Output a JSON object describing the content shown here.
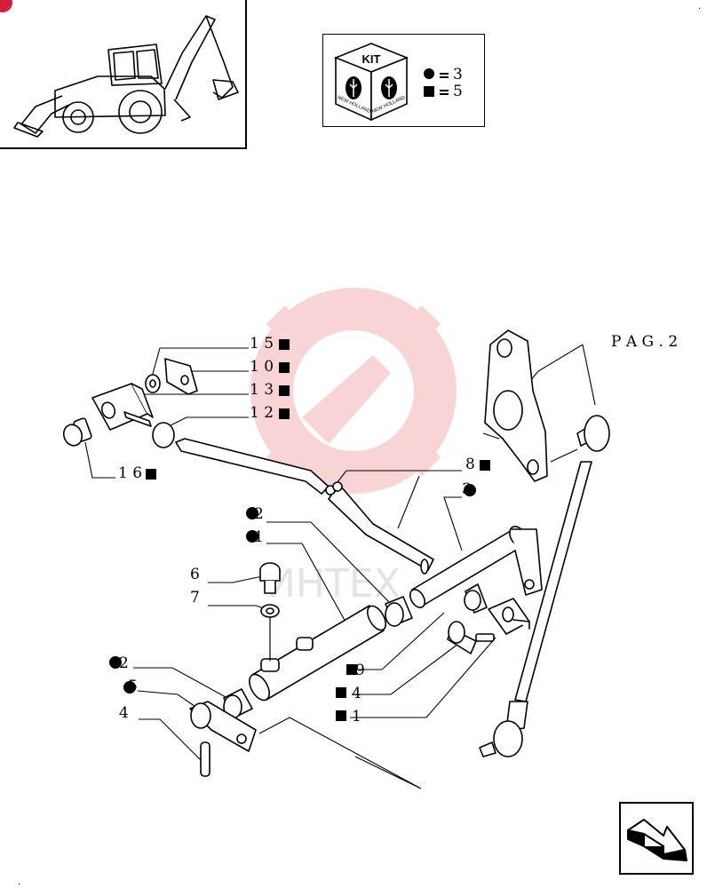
{
  "kit": {
    "title": "KIT",
    "brand": "NEW HOLLAND",
    "circle_count": "3",
    "square_count": "5"
  },
  "page_ref": "P A G .   2",
  "watermark": "ИНТЕХ",
  "callouts": {
    "c15": "1 5",
    "c10": "1 0",
    "c13": "1 3",
    "c12": "1 2",
    "c16": "1 6",
    "c8": "8",
    "c3": "3",
    "c2a": "2",
    "c1a": "1",
    "c6": "6",
    "c7": "7",
    "c9": "9",
    "c4b": "4",
    "c1b": "1",
    "c2b": "2",
    "c5": "5",
    "c4a": "4"
  },
  "colors": {
    "line": "#000000",
    "watermark": "#f7c6c6",
    "badge": "#d21f3c"
  }
}
